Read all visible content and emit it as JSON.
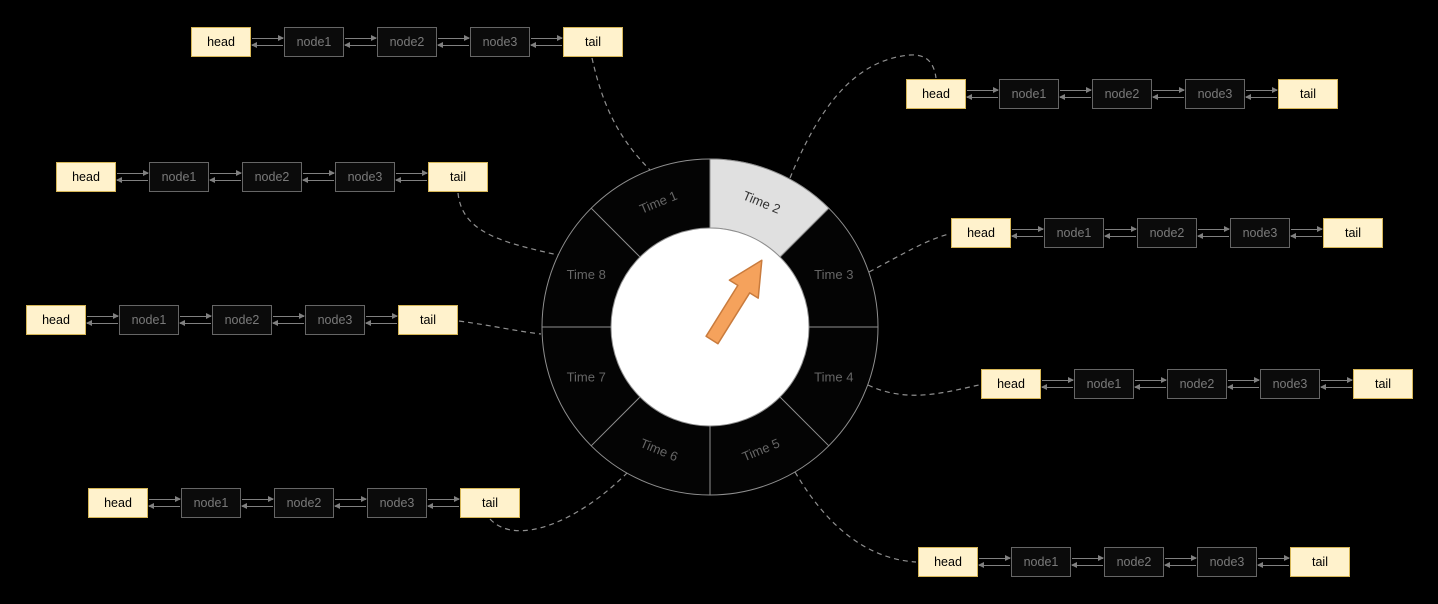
{
  "diagram": {
    "type": "timing-wheel-with-doubly-linked-lists",
    "wheel": {
      "sectors": [
        {
          "label": "Time 1",
          "highlighted": false
        },
        {
          "label": "Time 2",
          "highlighted": true
        },
        {
          "label": "Time 3",
          "highlighted": false
        },
        {
          "label": "Time 4",
          "highlighted": false
        },
        {
          "label": "Time 5",
          "highlighted": false
        },
        {
          "label": "Time 6",
          "highlighted": false
        },
        {
          "label": "Time 7",
          "highlighted": false
        },
        {
          "label": "Time 8",
          "highlighted": false
        }
      ],
      "pointer_target": "Time 2"
    },
    "node_labels": {
      "head": "head",
      "node1": "node1",
      "node2": "node2",
      "node3": "node3",
      "tail": "tail"
    },
    "list_count": 8
  },
  "colors": {
    "bg": "#000000",
    "head-tail-fill": "#FFF2CC",
    "head-tail-stroke": "#D6B656",
    "node-fill": "#0B0B0B",
    "node-stroke": "#666666",
    "node-text": "#7A7A7A",
    "line": "#808080",
    "wheel-stroke": "#8F8F8F",
    "sector-label": "#666666",
    "highlight-fill": "#E0E0E0",
    "highlight-label": "#333333",
    "pointer-fill": "#F5A25C",
    "pointer-stroke": "#C97B3D"
  }
}
